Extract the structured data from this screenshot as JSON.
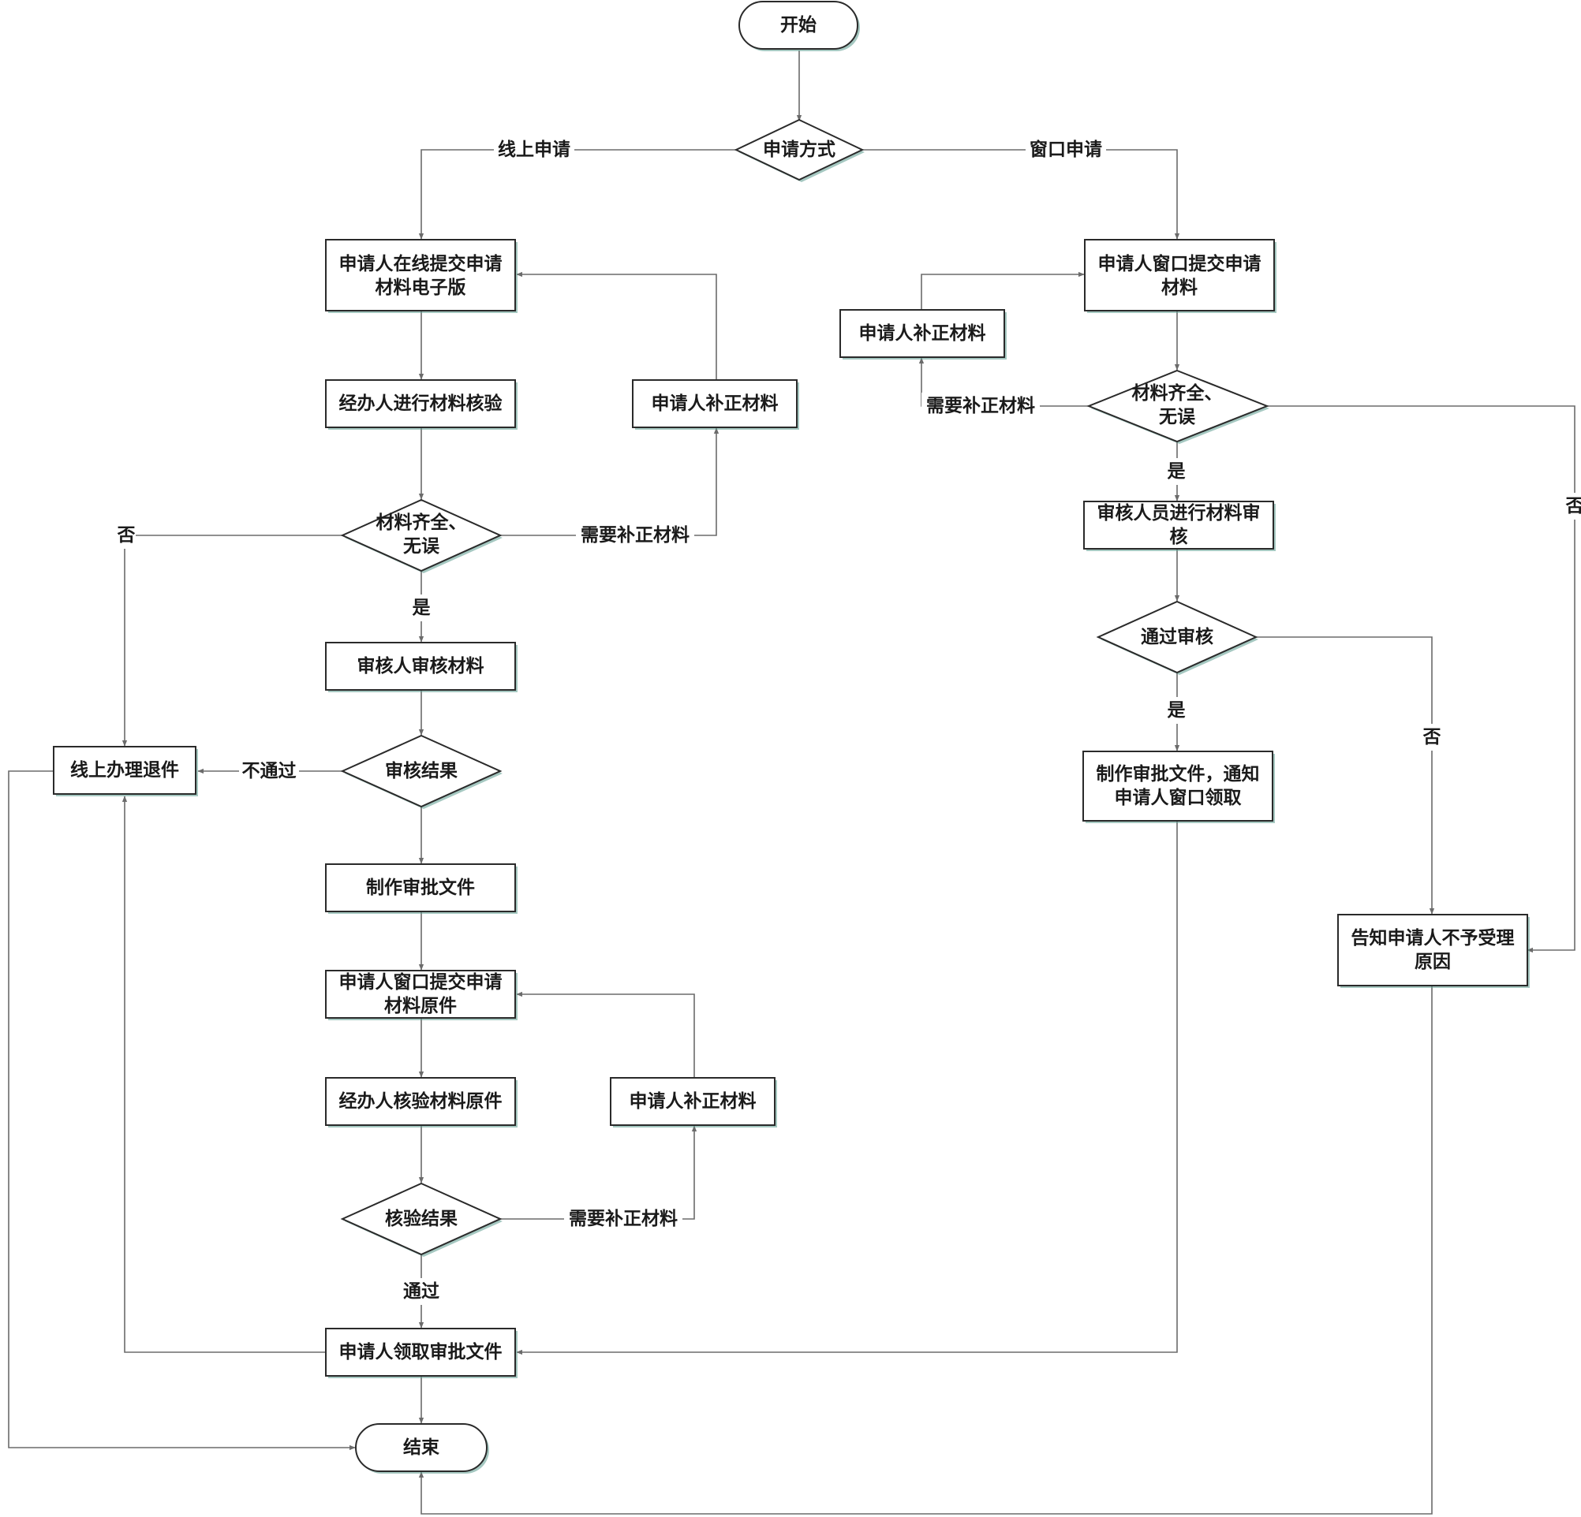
{
  "nodes": {
    "start": "开始",
    "method": "申请方式",
    "online_submit": [
      "申请人在线提交申请",
      "材料电子版"
    ],
    "online_check": "经办人进行材料核验",
    "online_fix": "申请人补正材料",
    "online_complete": [
      "材料齐全、",
      "无误"
    ],
    "online_reviewer": "审核人审核材料",
    "online_result": "审核结果",
    "online_reject": "线上办理退件",
    "online_make_doc": "制作审批文件",
    "online_original_submit": [
      "申请人窗口提交申请",
      "材料原件"
    ],
    "online_original_check": "经办人核验材料原件",
    "online_original_fix": "申请人补正材料",
    "verify_result": "核验结果",
    "collect_doc": "申请人领取审批文件",
    "end": "结束",
    "window_submit": [
      "申请人窗口提交申请",
      "材料"
    ],
    "window_fix": "申请人补正材料",
    "window_complete": [
      "材料齐全、",
      "无误"
    ],
    "window_review": [
      "审核人员进行材料审",
      "核"
    ],
    "window_pass": "通过审核",
    "window_make_doc": [
      "制作审批文件，通知",
      "申请人窗口领取"
    ],
    "window_reject": [
      "告知申请人不予受理",
      "原因"
    ]
  },
  "edge_labels": {
    "online": "线上申请",
    "window": "窗口申请",
    "online_need_fix": "需要补正材料",
    "online_no": "否",
    "online_yes": "是",
    "online_fail": "不通过",
    "verify_need_fix": "需要补正材料",
    "verify_pass": "通过",
    "window_need_fix": "需要补正材料",
    "window_yes": "是",
    "window_no": "否",
    "window_pass_yes": "是",
    "window_pass_no": "否"
  }
}
